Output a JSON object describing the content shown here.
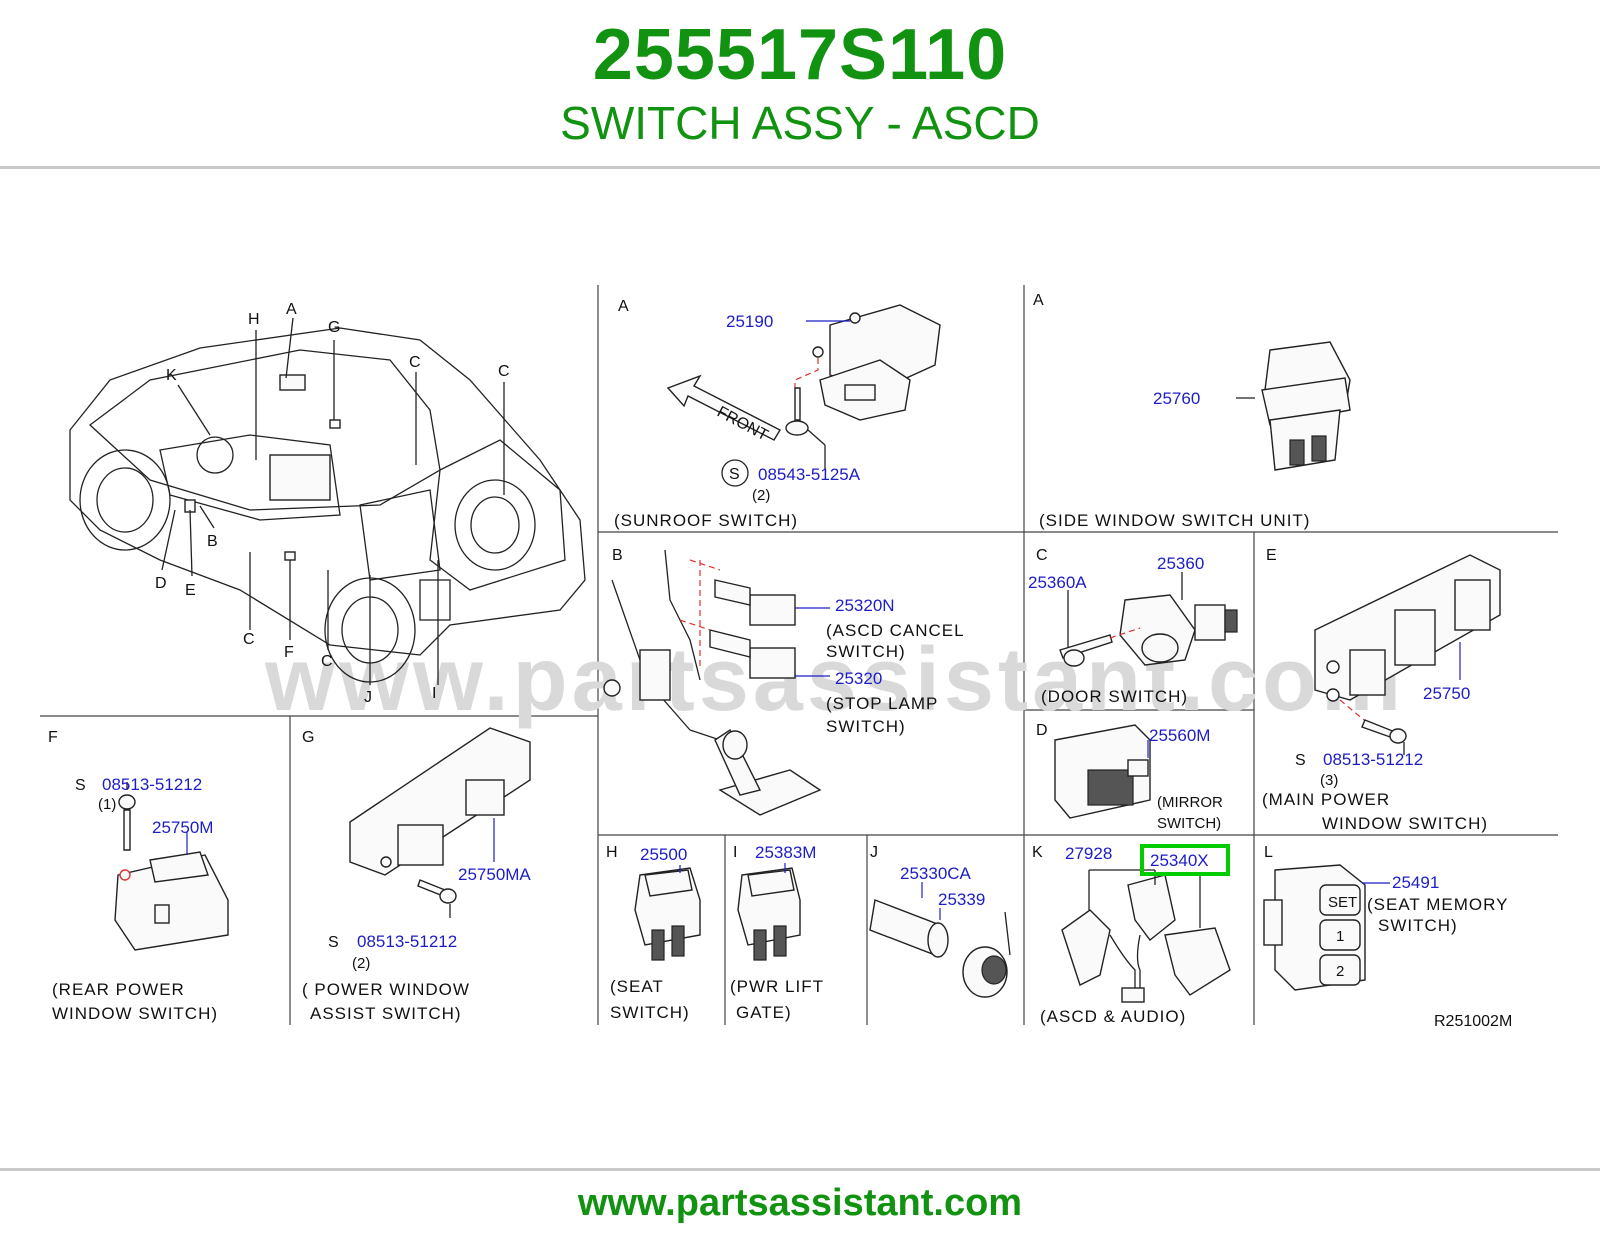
{
  "header": {
    "part_number": "255517S110",
    "part_name": "SWITCH ASSY - ASCD"
  },
  "footer": {
    "url": "www.partsassistant.com"
  },
  "watermark": "www.partsassistant.com",
  "colors": {
    "brand_green": "#119211",
    "callout_blue": "#1d1dc8",
    "highlight": "#00cc00",
    "dashed_red": "#e03030"
  },
  "vehicle": {
    "locators": [
      "H",
      "A",
      "G",
      "C",
      "C",
      "K",
      "B",
      "D",
      "E",
      "C",
      "F",
      "C",
      "J",
      "I"
    ]
  },
  "panels": {
    "sunroof": {
      "letter": "A",
      "pn1": "25190",
      "front": "FRONT",
      "s": "S",
      "pn2": "08543-5125A",
      "qty": "(2)",
      "caption": "(SUNROOF  SWITCH)"
    },
    "side_window": {
      "letter": "A",
      "pn": "25760",
      "caption": "(SIDE  WINDOW  SWITCH  UNIT)"
    },
    "stop_lamp": {
      "letter": "B",
      "pn1": "25320N",
      "cap1a": "(ASCD  CANCEL",
      "cap1b": "SWITCH)",
      "pn2": "25320",
      "cap2a": "(STOP  LAMP",
      "cap2b": "SWITCH)"
    },
    "door": {
      "letter": "C",
      "pn1": "25360A",
      "pn2": "25360",
      "caption": "(DOOR  SWITCH)"
    },
    "mirror": {
      "letter": "D",
      "pn": "25560M",
      "cap_a": "(MIRROR",
      "cap_b": "SWITCH)"
    },
    "main_power": {
      "letter": "E",
      "pn": "25750",
      "s": "S",
      "pn2": "08513-51212",
      "qty": "(3)",
      "cap_a": "(MAIN  POWER",
      "cap_b": "WINDOW  SWITCH)"
    },
    "rear_power": {
      "letter": "F",
      "s": "S",
      "pn1": "08513-51212",
      "qty": "(1)",
      "pn2": "25750M",
      "cap_a": "(REAR  POWER",
      "cap_b": "WINDOW  SWITCH)"
    },
    "assist": {
      "letter": "G",
      "pn": "25750MA",
      "s": "S",
      "pn2": "08513-51212",
      "qty": "(2)",
      "cap_a": "(  POWER  WINDOW",
      "cap_b": "ASSIST  SWITCH)"
    },
    "seat": {
      "letter": "H",
      "pn": "25500",
      "cap_a": "(SEAT",
      "cap_b": "SWITCH)"
    },
    "liftgate": {
      "letter": "I",
      "pn": "25383M",
      "cap_a": "(PWR  LIFT",
      "cap_b": "GATE)"
    },
    "lighter": {
      "letter": "J",
      "pn1": "25330CA",
      "pn2": "25339"
    },
    "ascd_audio": {
      "letter": "K",
      "pn1": "27928",
      "pn2": "25340X",
      "caption": "(ASCD  &  AUDIO)"
    },
    "seat_memory": {
      "letter": "L",
      "pn": "25491",
      "cap_a": "(SEAT  MEMORY",
      "cap_b": "SWITCH)",
      "btn1": "SET",
      "btn2": "1",
      "btn3": "2",
      "ref": "R251002M"
    }
  }
}
